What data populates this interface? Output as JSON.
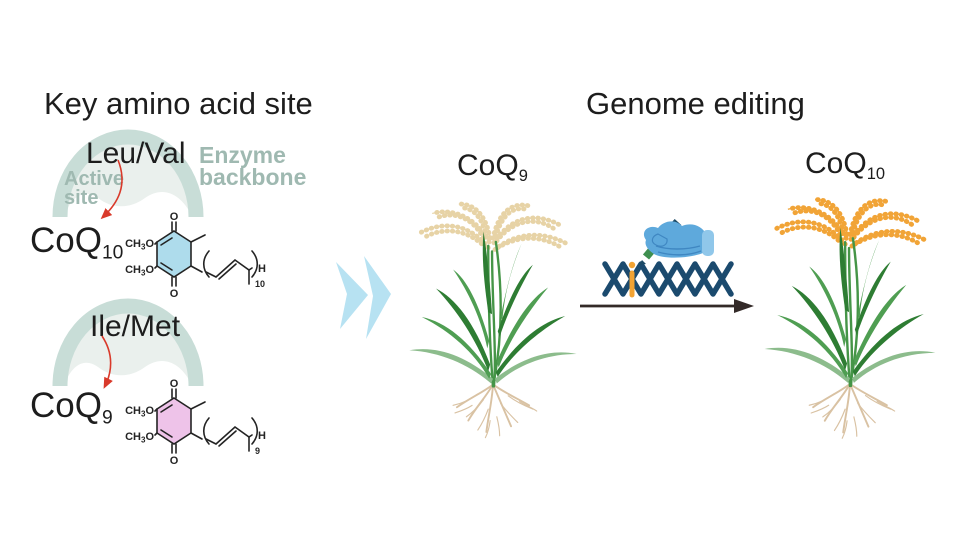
{
  "figure": {
    "left": {
      "title": "Key amino acid site",
      "active_site": [
        "Active",
        "site"
      ],
      "enzyme_backbone": [
        "Enzyme",
        "backbone"
      ],
      "modules": [
        {
          "residue": "Leu/Val",
          "product": "CoQ",
          "product_sub": "10",
          "chain_repeat": "10"
        },
        {
          "residue": "Ile/Met",
          "product": "CoQ",
          "product_sub": "9",
          "chain_repeat": "9"
        }
      ],
      "molecule": {
        "methoxy_prefix": "CH",
        "methoxy_sub": "3",
        "methoxy_suffix": "O",
        "oxygen": "O",
        "hydrogen": "H"
      }
    },
    "right": {
      "title": "Genome editing",
      "plants": [
        {
          "label": "CoQ",
          "sub": "9"
        },
        {
          "label": "CoQ",
          "sub": "10"
        }
      ]
    }
  },
  "colors": {
    "ink": "#1d1d1d",
    "sage_band": "#c8ddd7",
    "sage_fill": "#eaf0ed",
    "sage_text": "#9fb9b1",
    "red": "#d93a2b",
    "bond": "#242424",
    "ring_blue": "#aedcec",
    "ring_pink": "#eec3e9",
    "chevron": "#b7e2f2",
    "dna": "#1b4a6e",
    "edit_orange": "#f2a333",
    "hand": "#5ea9dc",
    "hand_light": "#90c7ea",
    "hand_line": "#3f87c2",
    "pencil": "#1d4b66",
    "pencil_tip": "#3f8f4f",
    "arrow_dark": "#332a28",
    "grain_cream": "#e7d3a6",
    "grain_gold": "#f1a437",
    "leaf_dark": "#2e7d33",
    "leaf_mid": "#4f9e52",
    "leaf_light": "#8cbc8c",
    "stem_green": "#459547",
    "root_tan": "#d9c2a3"
  }
}
